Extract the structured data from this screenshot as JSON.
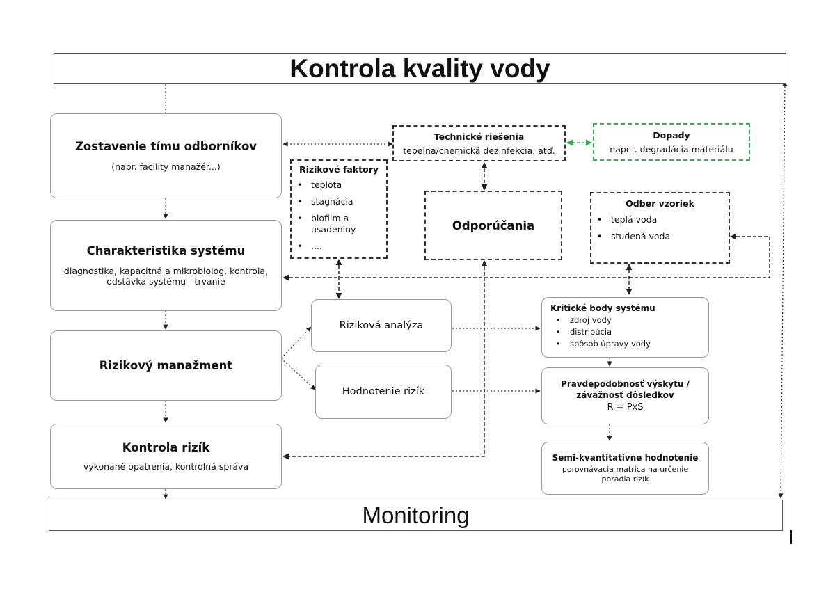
{
  "title": "Kontrola kvality vody",
  "footer": "Monitoring",
  "team": {
    "title": "Zostavenie tímu odborníkov",
    "subtitle": "(napr. facility manažér...)"
  },
  "system": {
    "title": "Charakteristika systému",
    "line1": "diagnostika, kapacitná a mikrobiolog. kontrola,",
    "line2": "odstávka systému - trvanie"
  },
  "risk_mgmt": {
    "title": "Rizikový manažment"
  },
  "risk_control": {
    "title": "Kontrola rizík",
    "subtitle": "vykonané opatrenia, kontrolná správa"
  },
  "tech": {
    "title": "Technické riešenia",
    "subtitle": "tepelná/chemická dezinfekcia. atď."
  },
  "impacts": {
    "title": "Dopady",
    "subtitle": "napr... degradácia materiálu"
  },
  "risk_factors": {
    "title": "Rizikové faktory",
    "items": [
      "teplota",
      "stagnácia",
      "biofilm a",
      "...."
    ],
    "item3_cont": "usadeniny"
  },
  "recommendations": {
    "title": "Odporúčania"
  },
  "sampling": {
    "title": "Odber vzoriek",
    "items": [
      "teplá voda",
      "studená voda"
    ]
  },
  "risk_analysis": {
    "label": "Riziková analýza"
  },
  "risk_eval": {
    "label": "Hodnotenie rizík"
  },
  "critical": {
    "title": "Kritické body systému",
    "items": [
      "zdroj vody",
      "distribúcia",
      "spôsob úpravy vody"
    ]
  },
  "probability": {
    "line1": "Pravdepodobnosť výskytu /",
    "line2": "závažnosť dôsledkov",
    "formula": "R = PxS"
  },
  "semi": {
    "title": "Semi-kvantitatívne hodnotenie",
    "line1": "porovnávacia matrica na určenie",
    "line2": "poradia rizík"
  }
}
